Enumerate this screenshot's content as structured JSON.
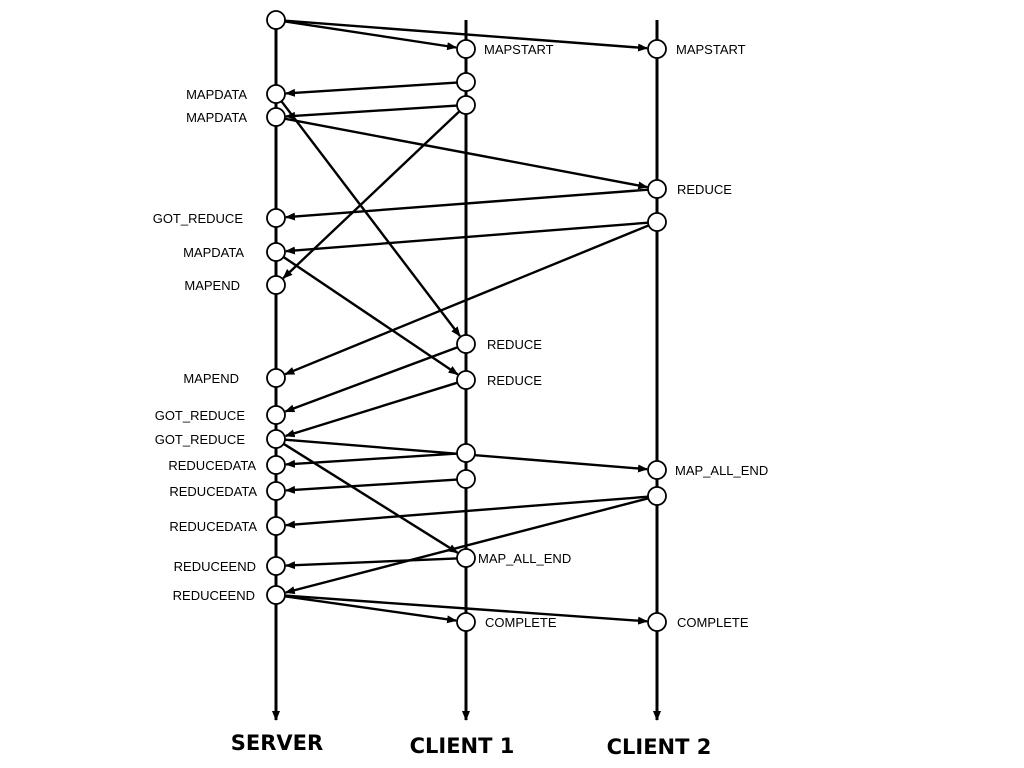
{
  "lanes": [
    {
      "id": "server",
      "title": "SERVER"
    },
    {
      "id": "client1",
      "title": "CLIENT 1"
    },
    {
      "id": "client2",
      "title": "CLIENT 2"
    }
  ],
  "events": [
    {
      "id": "s0",
      "lane": "server",
      "label": ""
    },
    {
      "id": "s1",
      "lane": "server",
      "label": "MAPDATA"
    },
    {
      "id": "s2",
      "lane": "server",
      "label": "MAPDATA"
    },
    {
      "id": "s3",
      "lane": "server",
      "label": "GOT_REDUCE"
    },
    {
      "id": "s4",
      "lane": "server",
      "label": "MAPDATA"
    },
    {
      "id": "s5",
      "lane": "server",
      "label": "MAPEND"
    },
    {
      "id": "s6",
      "lane": "server",
      "label": "MAPEND"
    },
    {
      "id": "s7",
      "lane": "server",
      "label": "GOT_REDUCE"
    },
    {
      "id": "s8",
      "lane": "server",
      "label": "GOT_REDUCE"
    },
    {
      "id": "s9",
      "lane": "server",
      "label": "REDUCEDATA"
    },
    {
      "id": "s10",
      "lane": "server",
      "label": "REDUCEDATA"
    },
    {
      "id": "s11",
      "lane": "server",
      "label": "REDUCEDATA"
    },
    {
      "id": "s12",
      "lane": "server",
      "label": "REDUCEEND"
    },
    {
      "id": "s13",
      "lane": "server",
      "label": "REDUCEEND"
    },
    {
      "id": "c1a",
      "lane": "client1",
      "label": "MAPSTART"
    },
    {
      "id": "c1b",
      "lane": "client1",
      "label": ""
    },
    {
      "id": "c1c",
      "lane": "client1",
      "label": ""
    },
    {
      "id": "c1d",
      "lane": "client1",
      "label": "REDUCE"
    },
    {
      "id": "c1e",
      "lane": "client1",
      "label": "REDUCE"
    },
    {
      "id": "c1f",
      "lane": "client1",
      "label": ""
    },
    {
      "id": "c1g",
      "lane": "client1",
      "label": ""
    },
    {
      "id": "c1h",
      "lane": "client1",
      "label": "MAP_ALL_END"
    },
    {
      "id": "c1i",
      "lane": "client1",
      "label": "COMPLETE"
    },
    {
      "id": "c2a",
      "lane": "client2",
      "label": "MAPSTART"
    },
    {
      "id": "c2b",
      "lane": "client2",
      "label": "REDUCE"
    },
    {
      "id": "c2c",
      "lane": "client2",
      "label": ""
    },
    {
      "id": "c2d",
      "lane": "client2",
      "label": "MAP_ALL_END"
    },
    {
      "id": "c2e",
      "lane": "client2",
      "label": ""
    },
    {
      "id": "c2f",
      "lane": "client2",
      "label": "COMPLETE"
    }
  ],
  "messages": [
    {
      "from": "s0",
      "to": "c1a"
    },
    {
      "from": "s0",
      "to": "c2a"
    },
    {
      "from": "c1b",
      "to": "s1"
    },
    {
      "from": "c1c",
      "to": "s2"
    },
    {
      "from": "s2",
      "to": "c2b"
    },
    {
      "from": "c2b",
      "to": "s3"
    },
    {
      "from": "c2c",
      "to": "s4"
    },
    {
      "from": "c1c",
      "to": "s5"
    },
    {
      "from": "s1",
      "to": "c1d"
    },
    {
      "from": "s4",
      "to": "c1e"
    },
    {
      "from": "c2c",
      "to": "s6"
    },
    {
      "from": "c1d",
      "to": "s7"
    },
    {
      "from": "c1e",
      "to": "s8"
    },
    {
      "from": "s8",
      "to": "c2d"
    },
    {
      "from": "c1f",
      "to": "s9"
    },
    {
      "from": "c1g",
      "to": "s10"
    },
    {
      "from": "c2e",
      "to": "s11"
    },
    {
      "from": "s8",
      "to": "c1h"
    },
    {
      "from": "c1h",
      "to": "s12"
    },
    {
      "from": "c2e",
      "to": "s13"
    },
    {
      "from": "s13",
      "to": "c1i"
    },
    {
      "from": "s13",
      "to": "c2f"
    }
  ]
}
